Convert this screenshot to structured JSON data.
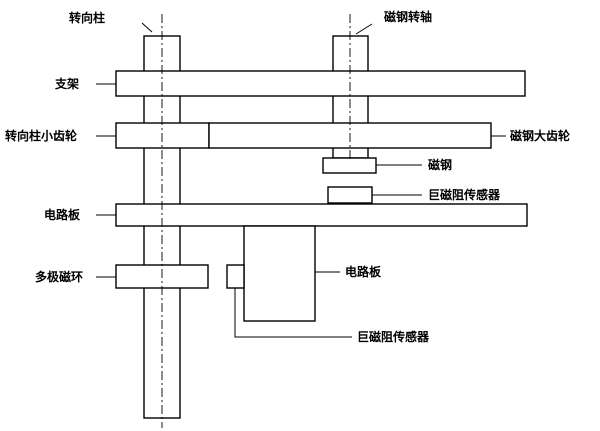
{
  "labels": {
    "steering_column": "转向柱",
    "magnet_shaft": "磁钢转轴",
    "bracket": "支架",
    "steering_small_gear": "转向柱小齿轮",
    "magnet_large_gear": "磁钢大齿轮",
    "magnet": "磁钢",
    "gmr_sensor_top": "巨磁阻传感器",
    "circuit_board_main": "电路板",
    "multipole_ring": "多极磁环",
    "circuit_board_small": "电路板",
    "gmr_sensor_bottom": "巨磁阻传感器"
  },
  "colors": {
    "line": "#000000",
    "background": "#ffffff"
  }
}
